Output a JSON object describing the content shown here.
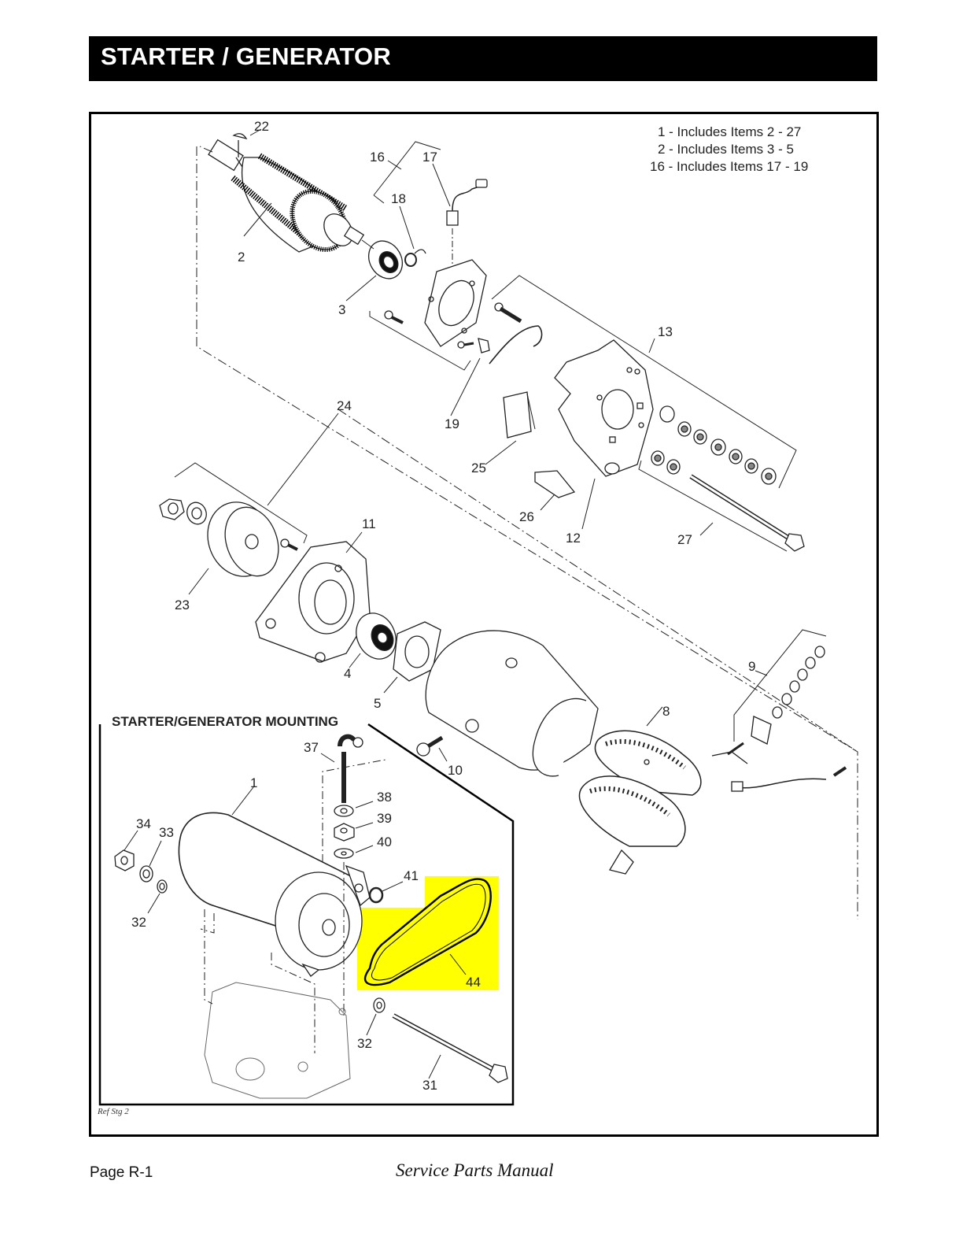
{
  "header": {
    "title": "STARTER / GENERATOR"
  },
  "notes": [
    "1 - Includes Items 2 - 27",
    "2 - Includes Items 3 - 5",
    "16 - Includes Items 17 - 19"
  ],
  "inset": {
    "title": "STARTER/GENERATOR MOUNTING"
  },
  "callouts": {
    "c22": "22",
    "c16": "16",
    "c17": "17",
    "c18": "18",
    "c2": "2",
    "c3": "3",
    "c13": "13",
    "c24": "24",
    "c19": "19",
    "c25": "25",
    "c26": "26",
    "c12": "12",
    "c27": "27",
    "c11": "11",
    "c23": "23",
    "c4": "4",
    "c5": "5",
    "c9": "9",
    "c8": "8",
    "c10": "10",
    "c37": "37",
    "c1": "1",
    "c38": "38",
    "c39": "39",
    "c40": "40",
    "c34": "34",
    "c33": "33",
    "c41": "41",
    "c32a": "32",
    "c44": "44",
    "c32b": "32",
    "c31": "31"
  },
  "highlight": {
    "item": "44",
    "color": "#ffff00"
  },
  "ref_code": "Ref Stg 2",
  "footer": {
    "page": "Page R-1",
    "manual": "Service Parts Manual"
  }
}
